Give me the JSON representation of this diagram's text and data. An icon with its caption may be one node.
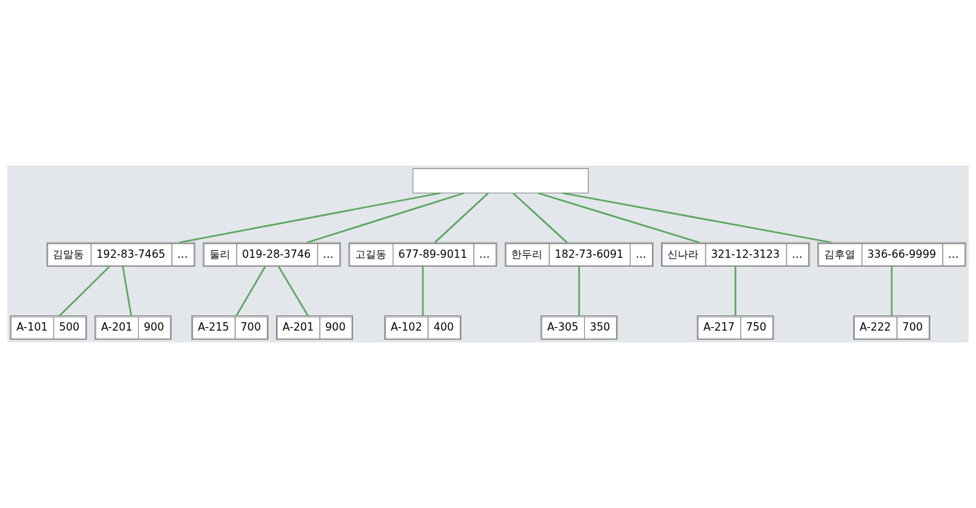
{
  "diagram": {
    "nodes": [
      {
        "text": [],
        "shape": "box"
      },
      {
        "text": [
          "김말동",
          "192-83-7465",
          "…"
        ]
      },
      {
        "text": [
          "둘리",
          "019-28-3746",
          "…"
        ]
      },
      {
        "text": [
          "고길동",
          "677-89-9011",
          "…"
        ]
      },
      {
        "text": [
          "한두리",
          "182-73-6091",
          "…"
        ]
      },
      {
        "text": [
          "신나라",
          "321-12-3123",
          "…"
        ]
      },
      {
        "text": [
          "김후열",
          "336-66-9999",
          "…"
        ]
      },
      {
        "text": [
          "A-101",
          "500"
        ]
      },
      {
        "text": [
          "A-201",
          "900"
        ]
      },
      {
        "text": [
          "A-215",
          "700"
        ]
      },
      {
        "text": [
          "A-201",
          "900"
        ]
      },
      {
        "text": [
          "A-102",
          "400"
        ]
      },
      {
        "text": [
          "A-305",
          "350"
        ]
      },
      {
        "text": [
          "A-217",
          "750"
        ]
      },
      {
        "text": [
          "A-222",
          "700"
        ]
      }
    ],
    "edges": [
      {
        "from": 0,
        "to": 1,
        "arrow": "none"
      },
      {
        "from": 0,
        "to": 2,
        "arrow": "none"
      },
      {
        "from": 0,
        "to": 3,
        "arrow": "none"
      },
      {
        "from": 0,
        "to": 4,
        "arrow": "none"
      },
      {
        "from": 0,
        "to": 5,
        "arrow": "none"
      },
      {
        "from": 0,
        "to": 6,
        "arrow": "none"
      },
      {
        "from": 1,
        "to": 7,
        "arrow": "none"
      },
      {
        "from": 1,
        "to": 8,
        "arrow": "none"
      },
      {
        "from": 2,
        "to": 9,
        "arrow": "none"
      },
      {
        "from": 2,
        "to": 10,
        "arrow": "none"
      },
      {
        "from": 3,
        "to": 11,
        "arrow": "none"
      },
      {
        "from": 4,
        "to": 12,
        "arrow": "none"
      },
      {
        "from": 5,
        "to": 13,
        "arrow": "none"
      },
      {
        "from": 6,
        "to": 14,
        "arrow": "none"
      }
    ]
  }
}
